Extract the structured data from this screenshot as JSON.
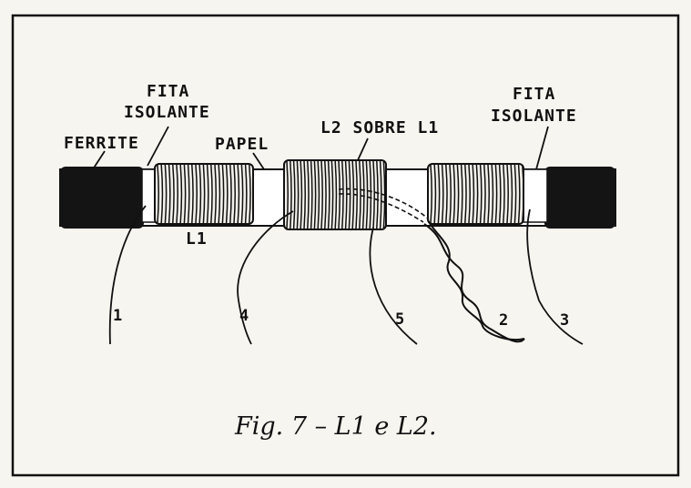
{
  "labels": {
    "fita_isolante_left_1": "FITA",
    "fita_isolante_left_2": "ISOLANTE",
    "ferrite": "FERRITE",
    "papel": "PAPEL",
    "l2_sobre_l1": "L2 SOBRE L1",
    "fita_isolante_right_1": "FITA",
    "fita_isolante_right_2": "ISOLANTE",
    "l1": "L1"
  },
  "terminals": {
    "t1": "1",
    "t4": "4",
    "t5": "5",
    "t2": "2",
    "t3": "3"
  },
  "caption": "Fig. 7 – L1 e L2."
}
